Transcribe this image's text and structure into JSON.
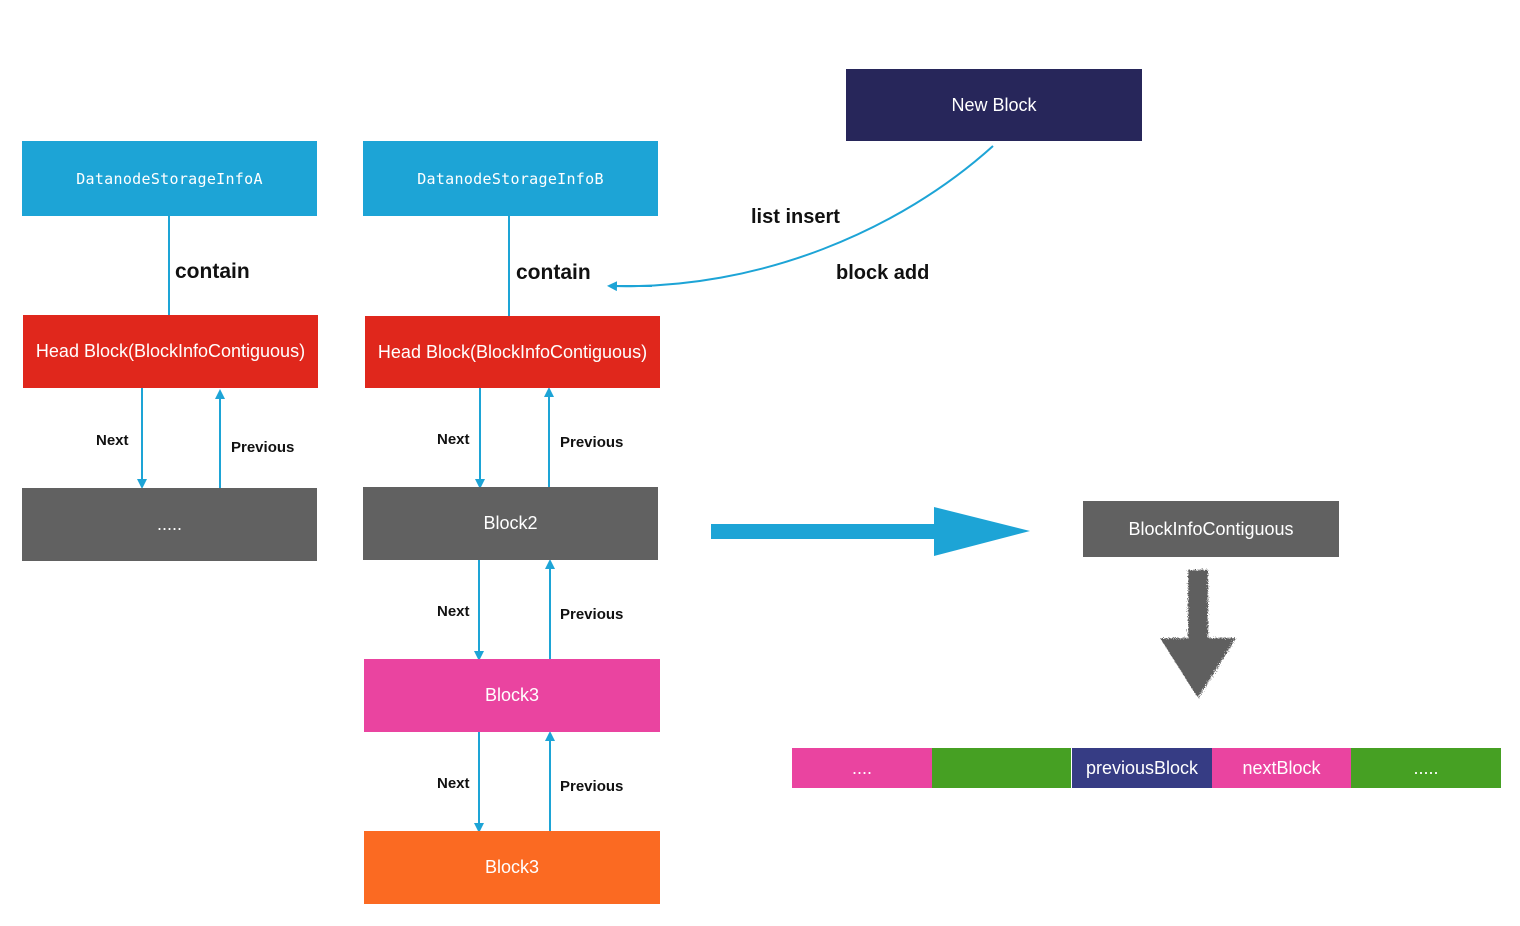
{
  "colors": {
    "storage_box": "#1da4d6",
    "head_block": "#e0271c",
    "grey_block": "#616161",
    "pink_block": "#ea44a0",
    "orange_block": "#fb6a22",
    "new_block": "#27265a",
    "green_segment": "#46a023",
    "navy_segment": "#363c84",
    "connector": "#1da4d6"
  },
  "column_a": {
    "storage": "DatanodeStorageInfoA",
    "contain_label": "contain",
    "head_block": "Head Block(BlockInfoContiguous)",
    "next_label": "Next",
    "previous_label": "Previous",
    "ellipsis_block": "....."
  },
  "column_b": {
    "storage": "DatanodeStorageInfoB",
    "contain_label": "contain",
    "head_block": "Head Block(BlockInfoContiguous)",
    "links": [
      {
        "next": "Next",
        "previous": "Previous"
      },
      {
        "next": "Next",
        "previous": "Previous"
      },
      {
        "next": "Next",
        "previous": "Previous"
      }
    ],
    "block2": "Block2",
    "block3_pink": "Block3",
    "block3_orange": "Block3"
  },
  "new_block": {
    "label": "New Block",
    "list_insert_label": "list insert",
    "block_add_label": "block add"
  },
  "structure": {
    "class_box": "BlockInfoContiguous",
    "array_segments": [
      {
        "label": "....",
        "color": "#ea44a0"
      },
      {
        "label": "",
        "color": "#46a023"
      },
      {
        "label": "previousBlock",
        "color": "#363c84"
      },
      {
        "label": "nextBlock",
        "color": "#ea44a0"
      },
      {
        "label": ".....",
        "color": "#46a023"
      }
    ]
  }
}
